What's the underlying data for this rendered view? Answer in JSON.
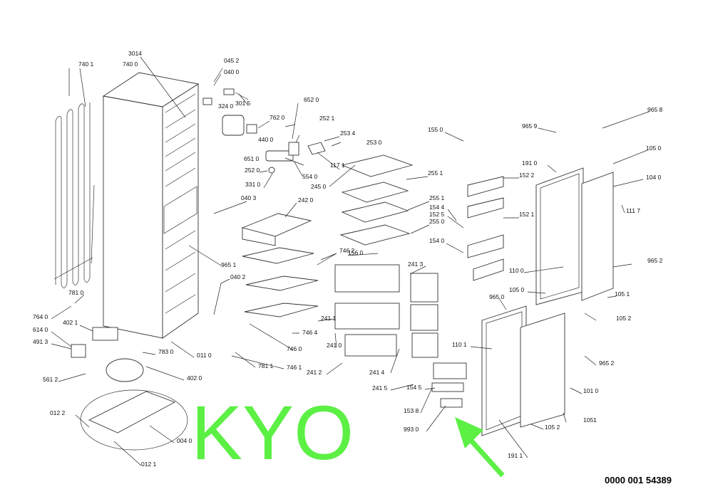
{
  "reference_number": "0000 001 54389",
  "watermark": "KYO",
  "colors": {
    "watermark": "#5cf045",
    "arrow": "#5cf045",
    "lines": "#222222"
  },
  "labels": [
    "740 1",
    "740 0",
    "3014",
    "045 2",
    "040 0",
    "301 5",
    "324 0",
    "652 0",
    "762 0",
    "252 1",
    "440 0",
    "253 4",
    "253 0",
    "651 0",
    "117 1",
    "252 0",
    "554 0",
    "245 0",
    "255 1",
    "331 0",
    "155 0",
    "965 9",
    "965 8",
    "105 0",
    "191 0",
    "152 2",
    "104 0",
    "040 3",
    "242 0",
    "255 1",
    "154 4",
    "152 5",
    "111 7",
    "152 1",
    "255 0",
    "154 0",
    "746 2",
    "156 0",
    "965 1",
    "241 3",
    "965 2",
    "110 0",
    "040 2",
    "105 0",
    "105 1",
    "965 0",
    "781 0",
    "764 0",
    "241 1",
    "105 2",
    "402 1",
    "746 4",
    "614 0",
    "241 0",
    "110 1",
    "491 3",
    "783 0",
    "011 0",
    "746 0",
    "781 1",
    "746 1",
    "241 2",
    "241 4",
    "965 2",
    "561 2",
    "402 0",
    "241 5",
    "154 5",
    "101 0",
    "153 8",
    "012 2",
    "1051",
    "993 0",
    "105 2",
    "004 0",
    "191  1",
    "012 1"
  ]
}
